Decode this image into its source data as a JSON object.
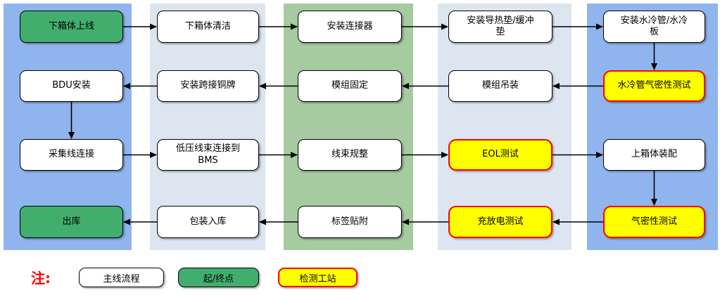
{
  "colors": {
    "lane_blue": "#90b5ee",
    "lane_light": "#dde6f0",
    "lane_green": "#a6cba0",
    "start_end_fill": "#42ae6d",
    "test_fill": "#ffff00",
    "test_border": "#ff0000",
    "main_fill": "#ffffff",
    "note_color": "#ff0000",
    "arrow_color": "#000000"
  },
  "nodes": [
    {
      "label": "下箱体上线",
      "type": "start-end"
    },
    {
      "label": "下箱体清洁",
      "type": "main"
    },
    {
      "label": "安装连接器",
      "type": "main"
    },
    {
      "label": "安装导热垫/缓冲\n垫",
      "type": "main"
    },
    {
      "label": "安装水冷管/水冷\n板",
      "type": "main"
    },
    {
      "label": "水冷管气密性测试",
      "type": "test"
    },
    {
      "label": "模组吊装",
      "type": "main"
    },
    {
      "label": "模组固定",
      "type": "main"
    },
    {
      "label": "安装跨接铜牌",
      "type": "main"
    },
    {
      "label": "BDU安装",
      "type": "main"
    },
    {
      "label": "采集线连接",
      "type": "main"
    },
    {
      "label": "低压线束连接到\nBMS",
      "type": "main"
    },
    {
      "label": "线束规整",
      "type": "main"
    },
    {
      "label": "EOL测试",
      "type": "test"
    },
    {
      "label": "上箱体装配",
      "type": "main"
    },
    {
      "label": "气密性测试",
      "type": "test"
    },
    {
      "label": "充放电测试",
      "type": "test"
    },
    {
      "label": "标签贴附",
      "type": "main"
    },
    {
      "label": "包装入库",
      "type": "main"
    },
    {
      "label": "出库",
      "type": "start-end"
    }
  ],
  "legend": {
    "note_label": "注:",
    "items": [
      {
        "label": "主线流程",
        "type": "main"
      },
      {
        "label": "起/终点",
        "type": "start-end"
      },
      {
        "label": "检测工站",
        "type": "test"
      }
    ]
  }
}
